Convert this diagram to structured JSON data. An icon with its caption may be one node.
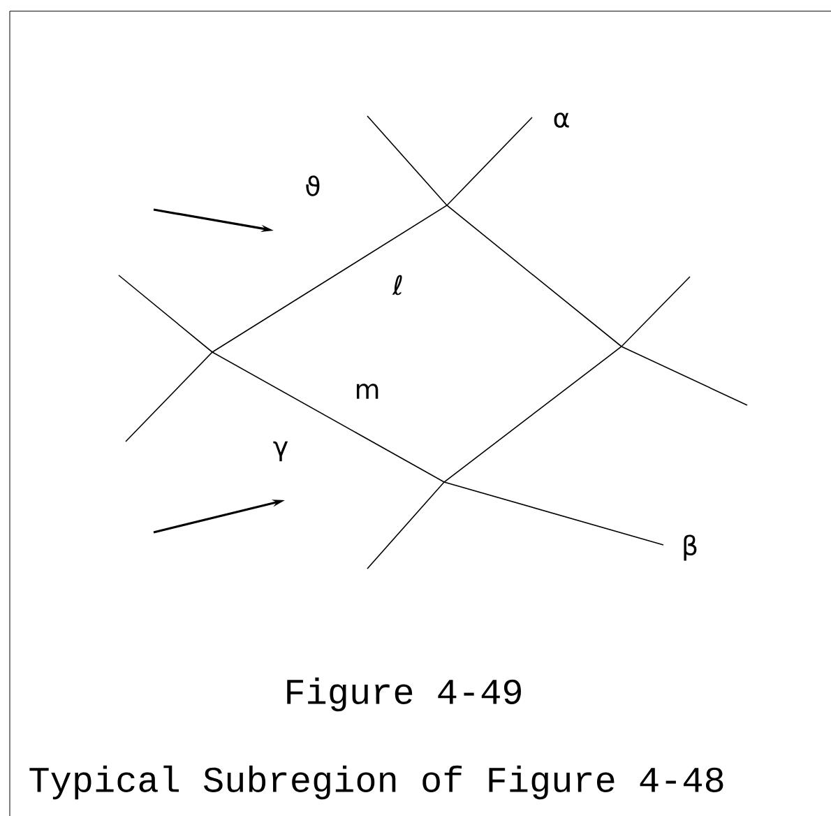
{
  "diagram": {
    "title": "Figure 4-49",
    "caption": "Typical Subregion of Figure 4-48",
    "labels": [
      "α",
      "ϑ",
      "ℓ",
      "m",
      "γ",
      "β"
    ]
  }
}
